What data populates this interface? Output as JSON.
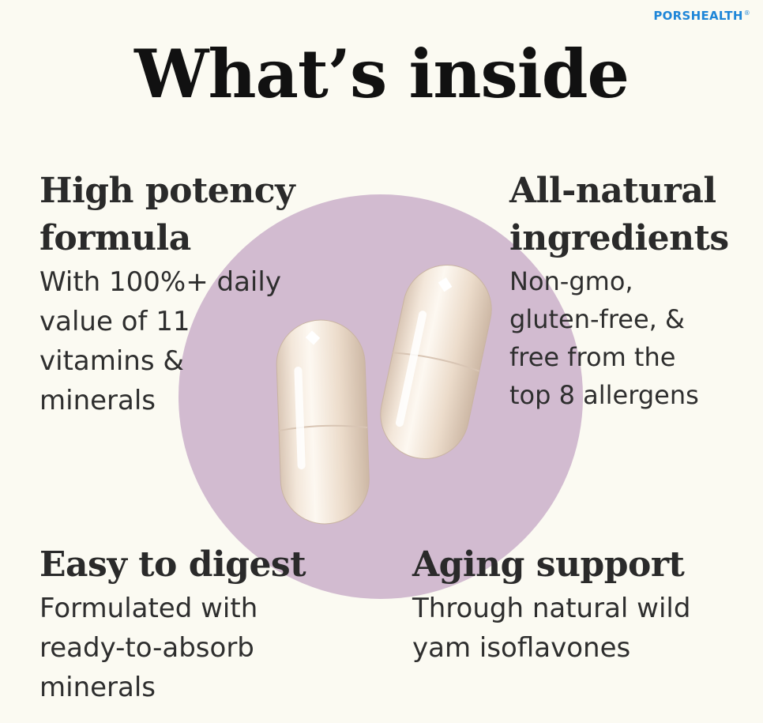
{
  "brand": {
    "name": "PORSHEALTH",
    "mark": "®"
  },
  "title": "What’s inside",
  "colors": {
    "background": "#fbfaf2",
    "circle": "#d2bbd0",
    "brand": "#1f86d8",
    "capsule": "#ecdccb"
  },
  "features": [
    {
      "heading": [
        "High potency",
        "formula"
      ],
      "lines": [
        "With 100%+ daily",
        "value of 11",
        "vitamins &",
        "minerals"
      ]
    },
    {
      "heading": [
        "All-natural",
        "ingredients"
      ],
      "lines": [
        "Non-gmo,",
        "gluten-free, &",
        "free from the",
        "top 8 allergens"
      ]
    },
    {
      "heading": [
        "Easy to digest"
      ],
      "lines": [
        "Formulated with",
        "ready-to-absorb",
        "minerals"
      ]
    },
    {
      "heading": [
        "Aging support"
      ],
      "lines": [
        "Through natural wild",
        "yam isoflavones"
      ]
    }
  ]
}
